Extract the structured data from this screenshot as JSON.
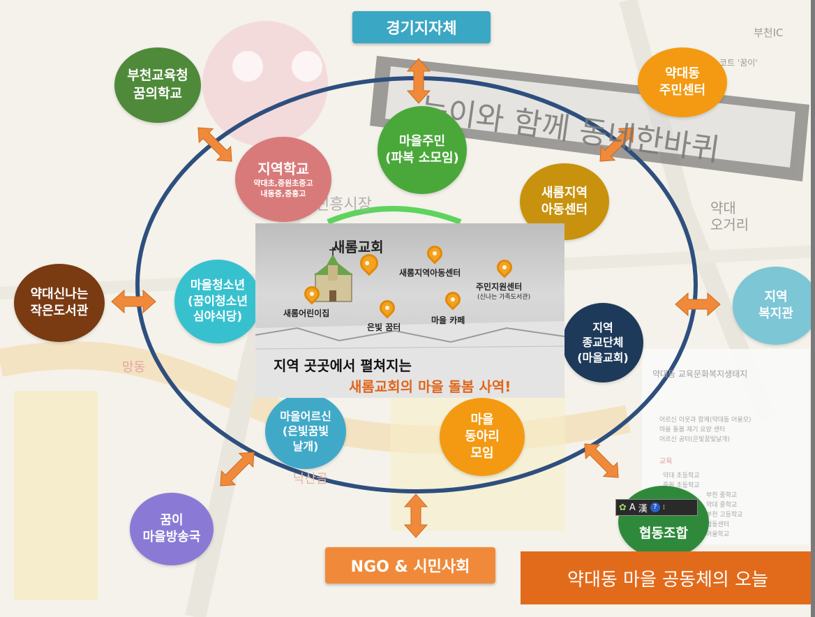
{
  "colors": {
    "ellipse": "#2e4f7e",
    "arrow": "#f08a3a",
    "title_bg": "#e26b1b",
    "gyeonggi": "#3aa7c4",
    "ngo": "#f08a3a"
  },
  "top_box": {
    "label": "경기지자체"
  },
  "bottom_box": {
    "label": "NGO & 시민사회"
  },
  "background_text": {
    "banner": "눈이와 함께 동네한바퀴",
    "bucheon_ic": "부천IC",
    "mascot_note": "스코트 '꿈이'",
    "market": "신흥시장",
    "yakdae_ogeori": "약대\n오거리",
    "mangdong": "망동",
    "nakssangol": "낙산골",
    "sidebar_heading": "약대동 교육문화복지생태지",
    "sidebar_items": [
      "어르신 이웃과 함께(약대동 어울모)",
      "마을 돌봄 재기 요양 센터",
      "어르신 공터(은빛꿈빛날개)"
    ],
    "sidebar_edu_heading": "교육",
    "sidebar_edu_items": [
      "약대 초등학교",
      "중원 초등학교",
      "부천 중학교",
      "약대 중학교",
      "부천 고등학교",
      "협동센터",
      "어울학교"
    ]
  },
  "nodes": [
    {
      "id": "bucheon-edu",
      "label": "부천교육청\n꿈의학교",
      "color": "#4e8a3a"
    },
    {
      "id": "yakdae-center",
      "label": "약대동\n주민센터",
      "color": "#f39a12"
    },
    {
      "id": "village-residents",
      "label": "마을주민\n(파복 소모임)",
      "color": "#4aa83a"
    },
    {
      "id": "local-school",
      "label": "지역학교",
      "sub": "약대초,중원초중고\n내동중,중흥고",
      "color": "#d97a7a"
    },
    {
      "id": "saerom-child-center",
      "label": "새롬지역\n아동센터",
      "color": "#c8920e"
    },
    {
      "id": "library",
      "label": "약대신나는\n작은도서관",
      "color": "#7a3a12"
    },
    {
      "id": "youth",
      "label": "마을청소년\n(꿈이청소년\n심야식당)",
      "color": "#37c1cf"
    },
    {
      "id": "welfare",
      "label": "지역\n복지관",
      "color": "#7cc6d6"
    },
    {
      "id": "religious",
      "label": "지역\n종교단체\n(마을교회)",
      "color": "#1e3a5a"
    },
    {
      "id": "elders",
      "label": "마을어르신\n(은빛꿈빛\n날개)",
      "color": "#41a9c8"
    },
    {
      "id": "club",
      "label": "마을\n동아리\n모임",
      "color": "#f39a12"
    },
    {
      "id": "broadcast",
      "label": "꿈이\n마을방송국",
      "color": "#8a7ad6"
    },
    {
      "id": "coop",
      "label": "협동조합",
      "color": "#2e8a3a"
    }
  ],
  "map_photo": {
    "church": "새롬교회",
    "pins": [
      "새롬지역아동센터",
      "주민지원센터",
      "새롬어린이집",
      "은빛 꿈터",
      "마을 카페"
    ],
    "pin_sub": "(신나는 가족도서관)",
    "caption_line1": "지역 곳곳에서 펼쳐지는",
    "caption_line2": "새롬교회의 마을 돌봄 사역!"
  },
  "ime_bar": {
    "mode": "A",
    "hanja": "漢"
  },
  "title": "약대동 마을 공동체의 오늘"
}
